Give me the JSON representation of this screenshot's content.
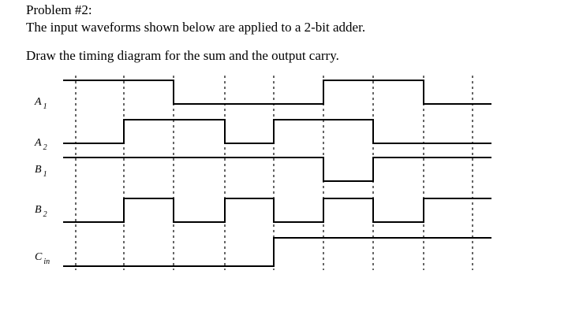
{
  "problem": {
    "title": "Problem #2:",
    "statement": "The input waveforms shown below are applied to a 2-bit adder.",
    "task": "Draw the timing diagram for the sum and the output carry."
  },
  "diagram": {
    "line_color": "#000000",
    "signals": [
      {
        "label": "A",
        "subscript": "1",
        "levels": [
          1,
          1,
          0,
          0,
          0,
          1,
          1,
          0
        ]
      },
      {
        "label": "A",
        "subscript": "2",
        "levels": [
          0,
          1,
          1,
          0,
          1,
          1,
          0,
          0
        ]
      },
      {
        "label": "B",
        "subscript": "1",
        "levels": [
          1,
          1,
          1,
          1,
          1,
          0,
          1,
          1
        ]
      },
      {
        "label": "B",
        "subscript": "2",
        "levels": [
          0,
          1,
          0,
          1,
          0,
          1,
          0,
          1
        ]
      },
      {
        "label": "C",
        "subscript": "in",
        "levels": [
          0,
          0,
          0,
          0,
          1,
          1,
          1,
          1
        ]
      }
    ]
  }
}
